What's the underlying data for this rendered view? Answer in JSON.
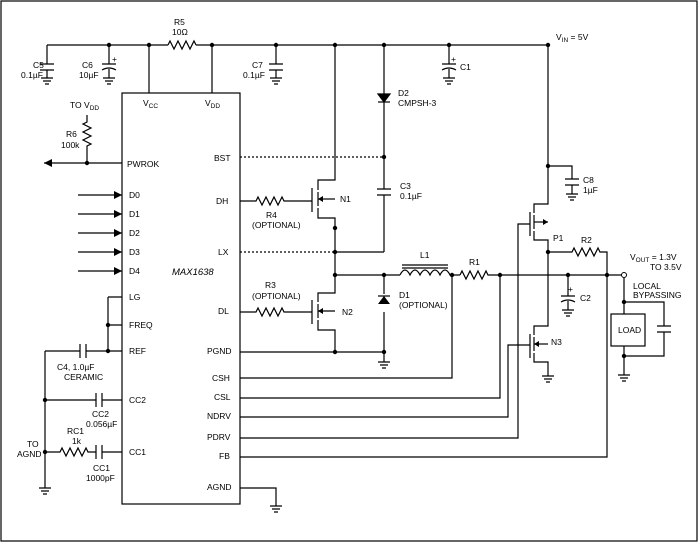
{
  "ic": {
    "part": "MAX1638"
  },
  "pins_left": {
    "pwrok": "PWROK",
    "d0": "D0",
    "d1": "D1",
    "d2": "D2",
    "d3": "D3",
    "d4": "D4",
    "lg": "LG",
    "freq": "FREQ",
    "ref": "REF",
    "cc2": "CC2",
    "cc1": "CC1"
  },
  "pins_right": {
    "bst": "BST",
    "dh": "DH",
    "lx": "LX",
    "dl": "DL",
    "pgnd": "PGND",
    "csh": "CSH",
    "csl": "CSL",
    "ndrv": "NDRV",
    "pdrv": "PDRV",
    "fb": "FB",
    "agnd": "AGND"
  },
  "pins_top": {
    "vcc_main": "V",
    "vcc_sub": "CC",
    "vdd_main": "V",
    "vdd_sub": "DD"
  },
  "components": {
    "r5": "R5",
    "r5_val": "10Ω",
    "c5": "C5",
    "c5_val": "0.1µF",
    "c6": "C6",
    "c6_val": "10µF",
    "c7": "C7",
    "c7_val": "0.1µF",
    "c1": "C1",
    "d2": "D2",
    "d2_val": "CMPSH-3",
    "c3": "C3",
    "c3_val": "0.1µF",
    "c8": "C8",
    "c8_val": "1µF",
    "r6": "R6",
    "r6_val": "100k",
    "r4": "R4",
    "r4_note": "(OPTIONAL)",
    "r3": "R3",
    "r3_note": "(OPTIONAL)",
    "d1": "D1",
    "d1_note": "(OPTIONAL)",
    "n1": "N1",
    "n2": "N2",
    "n3": "N3",
    "p1": "P1",
    "l1": "L1",
    "r1": "R1",
    "r2": "R2",
    "c2": "C2",
    "c4": "C4, 1.0µF",
    "c4_type": "CERAMIC",
    "cc2_cap": "CC2",
    "cc2_val": "0.056µF",
    "rc1": "RC1",
    "rc1_val": "1k",
    "cc1_cap": "CC1",
    "cc1_val": "1000pF",
    "load": "LOAD"
  },
  "labels": {
    "vin_main": "V",
    "vin_sub": "IN",
    "vin_val": " = 5V",
    "vout_main": "V",
    "vout_sub": "OUT",
    "vout_val": " = 1.3V",
    "vout_val2": "TO 3.5V",
    "local1": "LOCAL",
    "local2": "BYPASSING",
    "to_vdd_pre": "TO V",
    "to_vdd_sub": "DD",
    "to_agnd1": "TO",
    "to_agnd2": "AGND"
  }
}
